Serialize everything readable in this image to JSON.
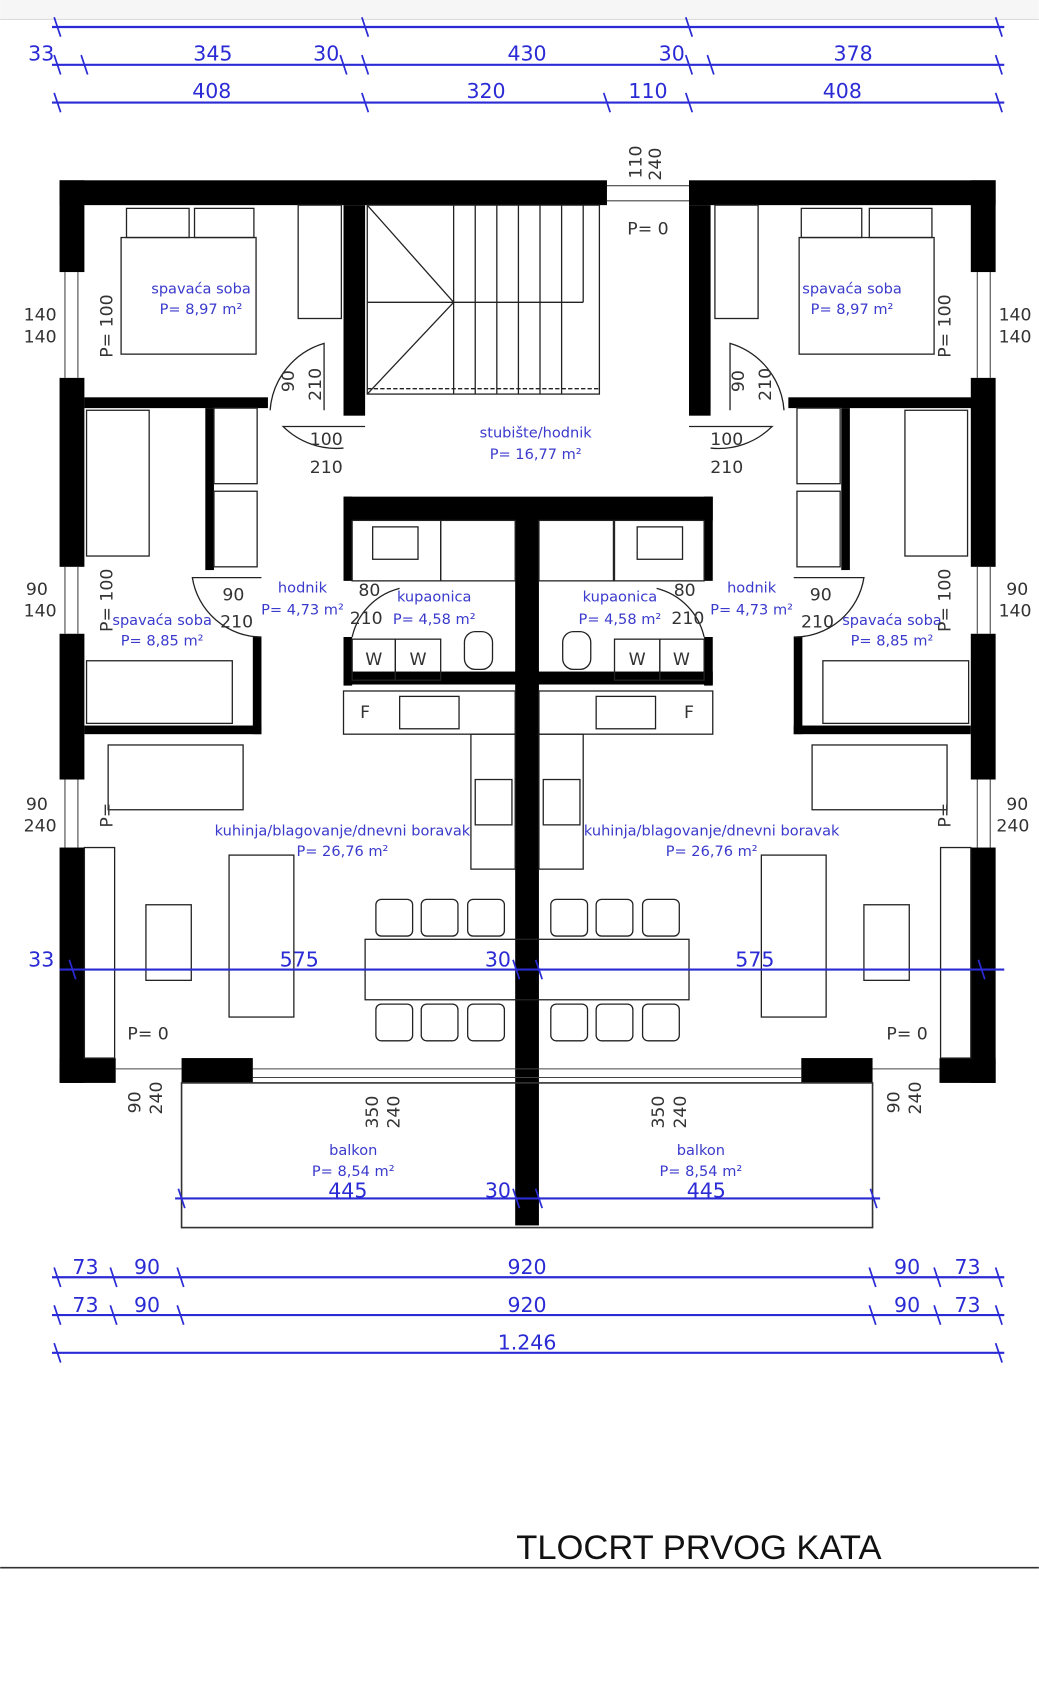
{
  "title": "TLOCRT PRVOG KATA",
  "colors": {
    "dimension": "#2b2bd6",
    "room_label": "#3a3acc",
    "wall": "#000000"
  },
  "top_dims": {
    "row2": [
      "33",
      "345",
      "30",
      "430",
      "30",
      "378"
    ],
    "row3": [
      "408",
      "320",
      "110",
      "408"
    ]
  },
  "bottom_dims": {
    "row1": [
      "73",
      "90",
      "920",
      "90",
      "73"
    ],
    "row2": [
      "73",
      "90",
      "920",
      "90",
      "73"
    ],
    "total": "1.246"
  },
  "mid_dims": [
    "33",
    "575",
    "30",
    "575"
  ],
  "balcony_dims": [
    "445",
    "30",
    "445"
  ],
  "rooms": {
    "bed1_l": {
      "name": "spavaća soba",
      "area": "P= 8,97 m²"
    },
    "bed1_r": {
      "name": "spavaća soba",
      "area": "P= 8,97 m²"
    },
    "stair": {
      "name": "stubište/hodnik",
      "area": "P= 16,77 m²"
    },
    "hall_l": {
      "name": "hodnik",
      "area": "P= 4,73 m²"
    },
    "hall_r": {
      "name": "hodnik",
      "area": "P= 4,73 m²"
    },
    "bath_l": {
      "name": "kupaonica",
      "area": "P= 4,58 m²"
    },
    "bath_r": {
      "name": "kupaonica",
      "area": "P= 4,58 m²"
    },
    "bed2_l": {
      "name": "spavaća soba",
      "area": "P= 8,85 m²"
    },
    "bed2_r": {
      "name": "spavaća soba",
      "area": "P= 8,85 m²"
    },
    "living_l": {
      "name": "kuhinja/blagovanje/dnevni boravak",
      "area": "P= 26,76 m²"
    },
    "living_r": {
      "name": "kuhinja/blagovanje/dnevni boravak",
      "area": "P= 26,76 m²"
    },
    "balcony_l": {
      "name": "balkon",
      "area": "P= 8,54 m²"
    },
    "balcony_r": {
      "name": "balkon",
      "area": "P= 8,54 m²"
    }
  },
  "openings": {
    "win_top": [
      "110",
      "240",
      "P= 0"
    ],
    "win_bed1": [
      "140",
      "140",
      "P= 100"
    ],
    "door_bed1": [
      "90",
      "210"
    ],
    "door_stair": [
      "100",
      "210"
    ],
    "door_bed2": [
      "90",
      "210"
    ],
    "door_bath": [
      "80",
      "210"
    ],
    "win_bed2": [
      "90",
      "140",
      "P= 100"
    ],
    "win_living": [
      "90",
      "240",
      "P="
    ],
    "win_corner": [
      "P= 0",
      "90",
      "240"
    ],
    "balcony_door": [
      "350",
      "240"
    ]
  },
  "appliances": {
    "washer": "W",
    "fridge": "F"
  }
}
